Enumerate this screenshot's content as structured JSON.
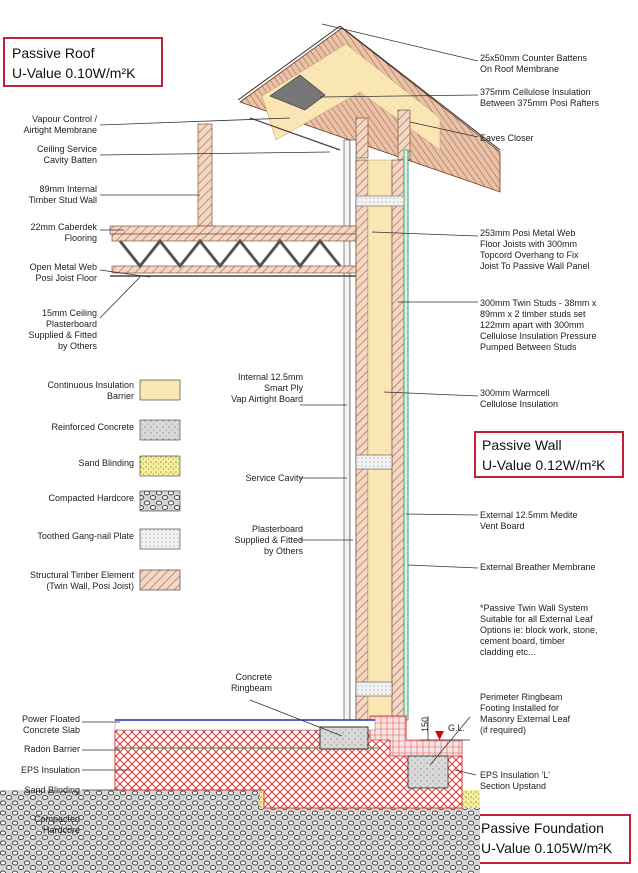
{
  "title_boxes": {
    "roof": {
      "line1": "Passive Roof",
      "line2": "U-Value 0.10W/m²K"
    },
    "wall": {
      "line1": "Passive Wall",
      "line2": "U-Value 0.12W/m²K"
    },
    "foundation": {
      "line1": "Passive Foundation",
      "line2": "U-Value 0.105W/m²K"
    }
  },
  "colors": {
    "title_border": "#c0203a",
    "timber": "#c98f6e",
    "insulation": "#fbe7b5",
    "concrete_red": "#e23a3a",
    "hardcore": "#8a8a8a",
    "membrane": "#2a9d6a",
    "dpc_blue": "#2233aa",
    "level_marker": "#dd0000"
  },
  "left_labels": [
    {
      "id": "vapour",
      "lines": [
        "Vapour Control /",
        "Airtight Membrane"
      ]
    },
    {
      "id": "ceiling-batten",
      "lines": [
        "Ceiling Service",
        "Cavity Batten"
      ]
    },
    {
      "id": "stud-wall",
      "lines": [
        "89mm Internal",
        "Timber Stud Wall"
      ]
    },
    {
      "id": "caberdek",
      "lines": [
        "22mm Caberdek",
        "Flooring"
      ]
    },
    {
      "id": "open-web",
      "lines": [
        "Open Metal Web",
        "Posi Joist Floor"
      ]
    },
    {
      "id": "ceiling-pb",
      "lines": [
        "15mm Ceiling",
        "Plasterboard",
        "Supplied & Fitted",
        "by Others"
      ]
    }
  ],
  "right_labels": [
    {
      "id": "counter-battens",
      "lines": [
        "25x50mm Counter Battens",
        "On Roof Membrane"
      ]
    },
    {
      "id": "cellulose-roof",
      "lines": [
        "375mm Cellulose Insulation",
        "Between 375mm Posi Rafters"
      ]
    },
    {
      "id": "eaves-closer",
      "lines": [
        "Eaves Closer"
      ]
    },
    {
      "id": "posi-joists",
      "lines": [
        "253mm Posi Metal Web",
        "Floor Joists with 300mm",
        "Topcord Overhang to Fix",
        "Joist To Passive Wall Panel"
      ]
    },
    {
      "id": "twin-studs",
      "lines": [
        "300mm Twin Studs - 38mm x",
        "89mm x 2 timber studs set",
        "122mm apart with 300mm",
        "Cellulose Insulation Pressure",
        "Pumped Between Studs"
      ]
    },
    {
      "id": "warmcell",
      "lines": [
        "300mm Warmcell",
        "Cellulose Insulation"
      ]
    },
    {
      "id": "medite",
      "lines": [
        "External 12.5mm Medite",
        "Vent Board"
      ]
    },
    {
      "id": "breather",
      "lines": [
        "External Breather Membrane"
      ]
    }
  ],
  "middle_labels": [
    {
      "id": "smart-ply",
      "lines": [
        "Internal 12.5mm",
        "Smart Ply",
        "Vap Airtight Board"
      ]
    },
    {
      "id": "service-cavity",
      "lines": [
        "Service Cavity"
      ]
    },
    {
      "id": "plasterboard",
      "lines": [
        "Plasterboard",
        "Supplied & Fitted",
        "by Others"
      ]
    },
    {
      "id": "ringbeam",
      "lines": [
        "Concrete",
        "Ringbeam"
      ]
    }
  ],
  "legend": [
    {
      "id": "continuous-insulation",
      "lines": [
        "Continuous Insulation",
        "Barrier"
      ],
      "pattern": "insulation"
    },
    {
      "id": "reinforced-concrete",
      "lines": [
        "Reinforced Concrete"
      ],
      "pattern": "concrete"
    },
    {
      "id": "sand-blinding",
      "lines": [
        "Sand Blinding"
      ],
      "pattern": "sand"
    },
    {
      "id": "compacted-hardcore",
      "lines": [
        "Compacted Hardcore"
      ],
      "pattern": "hardcore"
    },
    {
      "id": "gang-nail",
      "lines": [
        "Toothed Gang-nail Plate"
      ],
      "pattern": "gangnail"
    },
    {
      "id": "structural-timber",
      "lines": [
        "Structural Timber Element",
        "(Twin Wall, Posi Joist)"
      ],
      "pattern": "timber"
    }
  ],
  "note": {
    "lines": [
      "*Passive Twin Wall System",
      "Suitable for all External Leaf",
      "Options ie: block work, stone,",
      "cement board, timber",
      "cladding etc..."
    ]
  },
  "ringbeam_note": {
    "lines": [
      "Perimeter Ringbeam",
      "Footing Installed for",
      "Masonry External Leaf",
      "(if required)"
    ]
  },
  "eps_l": {
    "lines": [
      "EPS Insulation 'L'",
      "Section Upstand"
    ]
  },
  "foundation_labels": [
    {
      "id": "power-floated",
      "lines": [
        "Power Floated",
        "Concrete Slab"
      ]
    },
    {
      "id": "radon",
      "lines": [
        "Radon Barrier"
      ]
    },
    {
      "id": "eps",
      "lines": [
        "EPS Insulation"
      ]
    },
    {
      "id": "sand",
      "lines": [
        "Sand Blinding"
      ]
    },
    {
      "id": "hardcore",
      "lines": [
        "Compacted",
        "Hardcore"
      ]
    }
  ],
  "dimension": "150",
  "ground_level": "G.L."
}
